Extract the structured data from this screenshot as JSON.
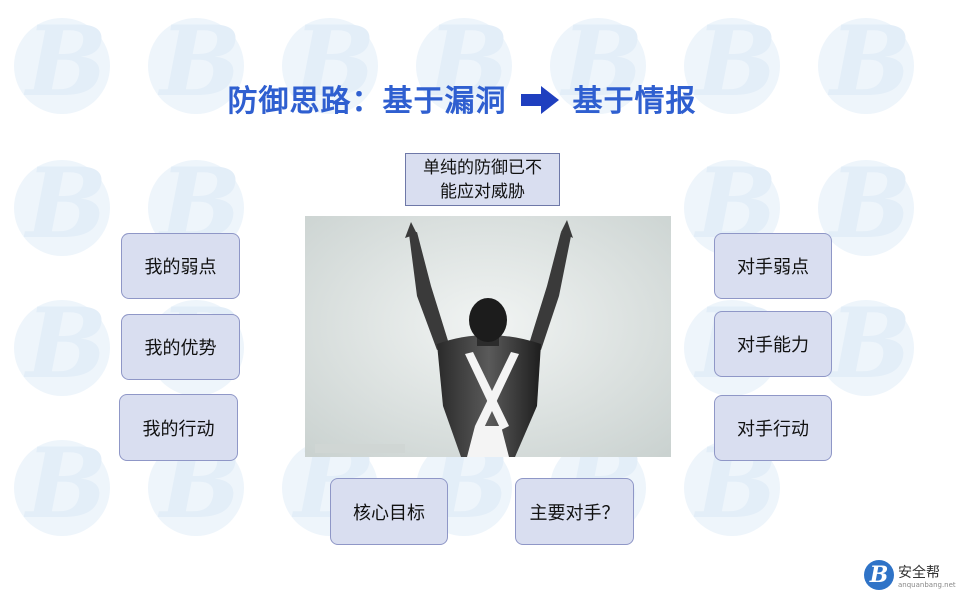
{
  "slide": {
    "title_left": "防御思路：基于漏洞",
    "title_right": "基于情报",
    "note_line1": "单纯的防御已不",
    "note_line2": "能应对威胁",
    "left_boxes": [
      "我的弱点",
      "我的优势",
      "我的行动"
    ],
    "right_boxes": [
      "对手弱点",
      "对手能力",
      "对手行动"
    ],
    "bottom_boxes": [
      "核心目标",
      "主要对手？"
    ],
    "photo_alt": "man with arms raised pointing up"
  },
  "logo": {
    "name": "安全帮",
    "sub": "anquanbang.net"
  },
  "colors": {
    "title": "#2f5fd0",
    "box_fill": "#d9def0",
    "box_border": "#8f97c7",
    "watermark": "#eef5fb"
  }
}
